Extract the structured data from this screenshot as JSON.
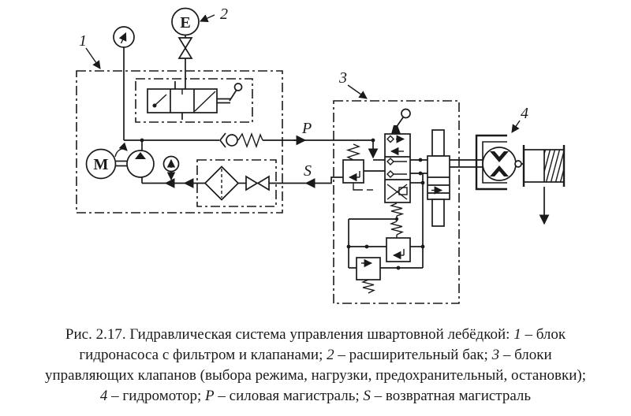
{
  "palette": {
    "ink": "#1a1a1a",
    "paper": "#ffffff"
  },
  "diagram": {
    "labels": {
      "pump_block": "1",
      "expansion_tank": "2",
      "valve_block": "3",
      "hydro_motor": "4",
      "pressure_line": "P",
      "return_line": "S",
      "tank_letter": "E",
      "motor_letter": "M"
    }
  },
  "caption": {
    "l1a": "Рис. 2.17. Гидравлическая система управления швартовной лебёдкой: ",
    "l1b": "1",
    "l1c": " – блок",
    "l2a": "гидронасоса с фильтром и клапанами; ",
    "l2b": "2",
    "l2c": " – расширительный бак; ",
    "l2d": "3",
    "l2e": " – блоки",
    "l3a": "управляющих клапанов (выбора режима, нагрузки, предохранительный, остановки);",
    "l4a": "4",
    "l4b": " – гидромотор; ",
    "l4c": "Р",
    "l4d": " – силовая магистраль; ",
    "l4e": "S",
    "l4f": " – возвратная магистраль"
  }
}
